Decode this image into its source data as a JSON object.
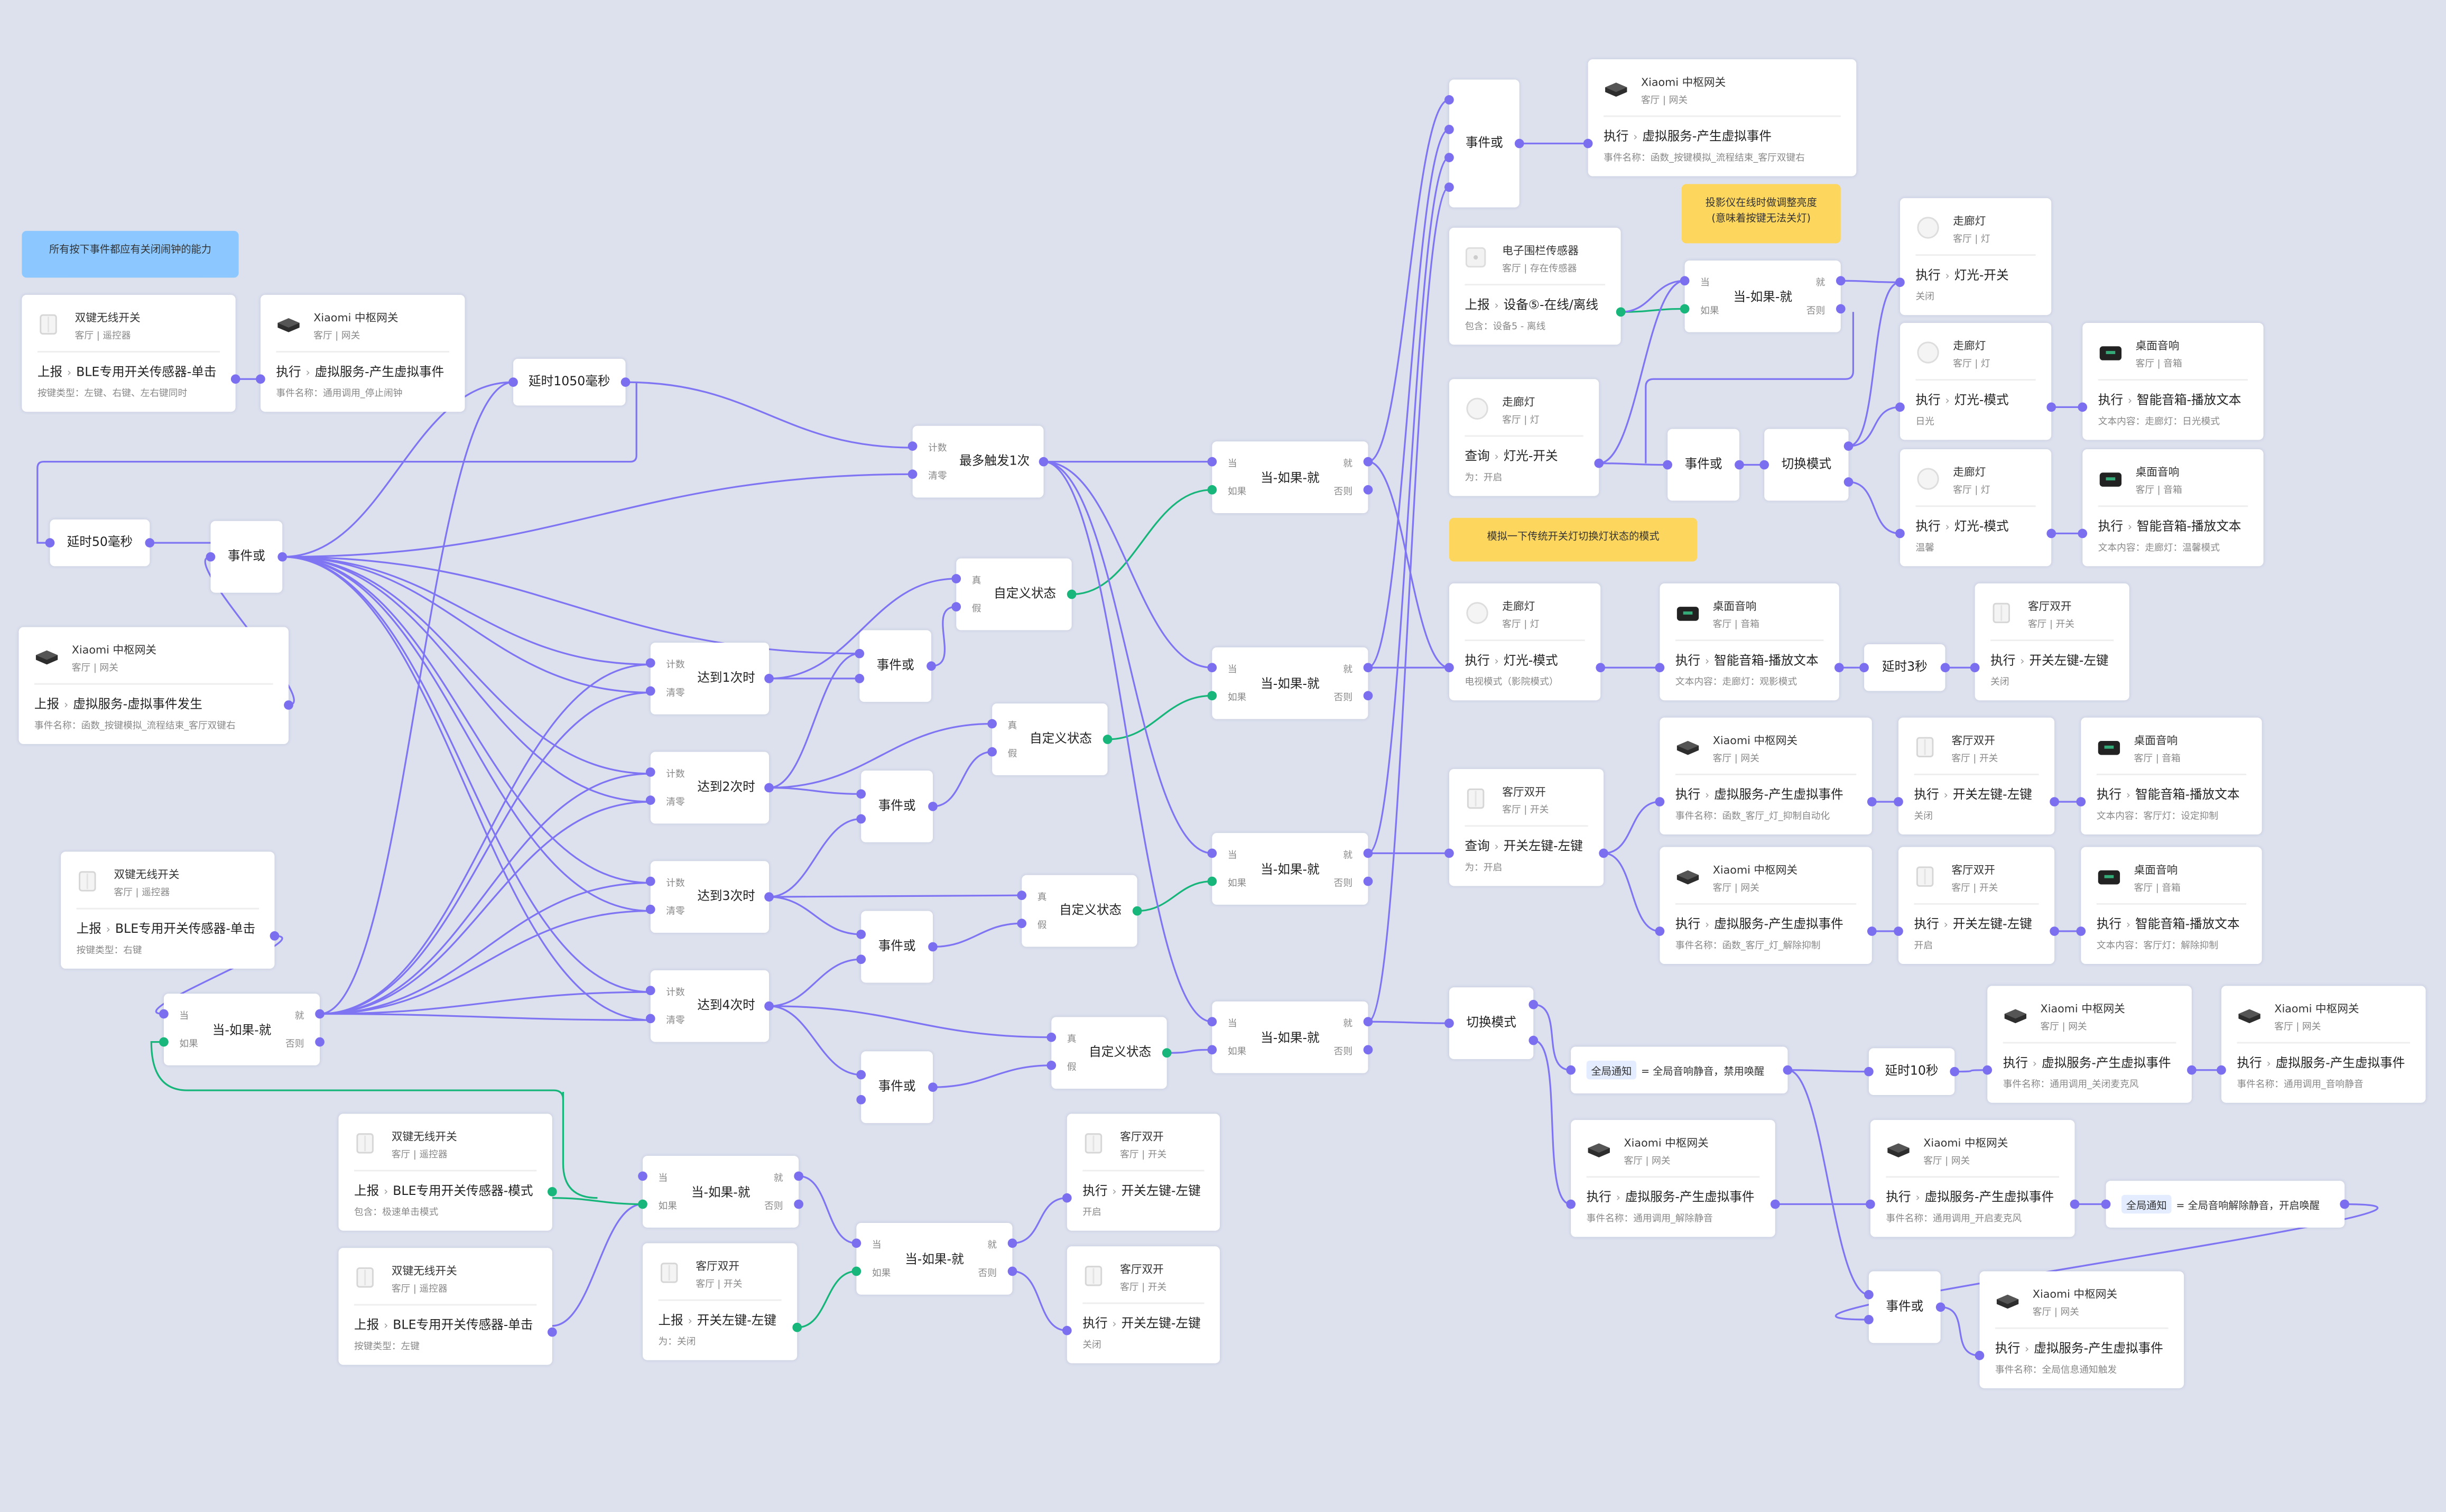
{
  "colors": {
    "wire": "#7f74f2",
    "wire_active": "#17b57a",
    "note_blue": "#8cc8ff",
    "note_yellow": "#fdd65e"
  },
  "notes": {
    "n1": "所有按下事件都应有关闭闹钟的能力",
    "n2a": "投影仪在线时做调整亮度",
    "n2b": "(意味着按键无法关灯)",
    "n3": "模拟一下传统开关灯切换灯状态的模式"
  },
  "cards": {
    "c1": {
      "name": "双键无线开关",
      "sub": "客厅 | 遥控器",
      "verb": "上报",
      "action": "BLE专用开关传感器-单击",
      "detail": "按键类型：左键、右键、左右键同时",
      "icon": "switch-icon"
    },
    "c2": {
      "name": "Xiaomi 中枢网关",
      "sub": "客厅 | 网关",
      "verb": "执行",
      "action": "虚拟服务-产生虚拟事件",
      "detail": "事件名称：通用调用_停止闹钟",
      "icon": "gateway-icon"
    },
    "c3": {
      "name": "Xiaomi 中枢网关",
      "sub": "客厅 | 网关",
      "verb": "上报",
      "action": "虚拟服务-虚拟事件发生",
      "detail": "事件名称：函数_按键模拟_流程结束_客厅双键右",
      "icon": "gateway-icon"
    },
    "c4": {
      "name": "双键无线开关",
      "sub": "客厅 | 遥控器",
      "verb": "上报",
      "action": "BLE专用开关传感器-单击",
      "detail": "按键类型：右键",
      "icon": "switch-icon"
    },
    "c5": {
      "name": "双键无线开关",
      "sub": "客厅 | 遥控器",
      "verb": "上报",
      "action": "BLE专用开关传感器-模式",
      "detail": "包含：极速单击模式",
      "icon": "switch-icon"
    },
    "c6": {
      "name": "双键无线开关",
      "sub": "客厅 | 遥控器",
      "verb": "上报",
      "action": "BLE专用开关传感器-单击",
      "detail": "按键类型：左键",
      "icon": "switch-icon"
    },
    "c7": {
      "name": "客厅双开",
      "sub": "客厅 | 开关",
      "verb": "上报",
      "action": "开关左键-左键",
      "detail": "为：关闭",
      "icon": "switch-icon"
    },
    "c8": {
      "name": "客厅双开",
      "sub": "客厅 | 开关",
      "verb": "执行",
      "action": "开关左键-左键",
      "detail": "开启",
      "icon": "switch-icon"
    },
    "c9": {
      "name": "客厅双开",
      "sub": "客厅 | 开关",
      "verb": "执行",
      "action": "开关左键-左键",
      "detail": "关闭",
      "icon": "switch-icon"
    },
    "c10": {
      "name": "Xiaomi 中枢网关",
      "sub": "客厅 | 网关",
      "verb": "执行",
      "action": "虚拟服务-产生虚拟事件",
      "detail": "事件名称：函数_按键模拟_流程结束_客厅双键右",
      "icon": "gateway-icon"
    },
    "c11": {
      "name": "电子围栏传感器",
      "sub": "客厅 | 存在传感器",
      "verb": "上报",
      "action": "设备⑤-在线/离线",
      "detail": "包含：设备5 - 离线",
      "icon": "sensor-icon"
    },
    "c12": {
      "name": "走廊灯",
      "sub": "客厅 | 灯",
      "verb": "查询",
      "action": "灯光-开关",
      "detail": "为：开启",
      "icon": "lamp-icon"
    },
    "c13": {
      "name": "走廊灯",
      "sub": "客厅 | 灯",
      "verb": "执行",
      "action": "灯光-开关",
      "detail": "关闭",
      "icon": "lamp-icon"
    },
    "c14": {
      "name": "走廊灯",
      "sub": "客厅 | 灯",
      "verb": "执行",
      "action": "灯光-模式",
      "detail": "日光",
      "icon": "lamp-icon"
    },
    "c15": {
      "name": "桌面音响",
      "sub": "客厅 | 音箱",
      "verb": "执行",
      "action": "智能音箱-播放文本",
      "detail": "文本内容：走廊灯：日光模式",
      "icon": "speaker-icon"
    },
    "c16": {
      "name": "走廊灯",
      "sub": "客厅 | 灯",
      "verb": "执行",
      "action": "灯光-模式",
      "detail": "温馨",
      "icon": "lamp-icon"
    },
    "c17": {
      "name": "桌面音响",
      "sub": "客厅 | 音箱",
      "verb": "执行",
      "action": "智能音箱-播放文本",
      "detail": "文本内容：走廊灯：温馨模式",
      "icon": "speaker-icon"
    },
    "c18": {
      "name": "走廊灯",
      "sub": "客厅 | 灯",
      "verb": "执行",
      "action": "灯光-模式",
      "detail": "电视模式（影院模式）",
      "icon": "lamp-icon"
    },
    "c19": {
      "name": "桌面音响",
      "sub": "客厅 | 音箱",
      "verb": "执行",
      "action": "智能音箱-播放文本",
      "detail": "文本内容：走廊灯：观影模式",
      "icon": "speaker-icon"
    },
    "c20": {
      "name": "客厅双开",
      "sub": "客厅 | 开关",
      "verb": "执行",
      "action": "开关左键-左键",
      "detail": "关闭",
      "icon": "switch-icon"
    },
    "c21": {
      "name": "客厅双开",
      "sub": "客厅 | 开关",
      "verb": "查询",
      "action": "开关左键-左键",
      "detail": "为：开启",
      "icon": "switch-icon"
    },
    "c22": {
      "name": "Xiaomi 中枢网关",
      "sub": "客厅 | 网关",
      "verb": "执行",
      "action": "虚拟服务-产生虚拟事件",
      "detail": "事件名称：函数_客厅_灯_抑制自动化",
      "icon": "gateway-icon"
    },
    "c23": {
      "name": "客厅双开",
      "sub": "客厅 | 开关",
      "verb": "执行",
      "action": "开关左键-左键",
      "detail": "关闭",
      "icon": "switch-icon"
    },
    "c24": {
      "name": "桌面音响",
      "sub": "客厅 | 音箱",
      "verb": "执行",
      "action": "智能音箱-播放文本",
      "detail": "文本内容：客厅灯：设定抑制",
      "icon": "speaker-icon"
    },
    "c25": {
      "name": "Xiaomi 中枢网关",
      "sub": "客厅 | 网关",
      "verb": "执行",
      "action": "虚拟服务-产生虚拟事件",
      "detail": "事件名称：函数_客厅_灯_解除抑制",
      "icon": "gateway-icon"
    },
    "c26": {
      "name": "客厅双开",
      "sub": "客厅 | 开关",
      "verb": "执行",
      "action": "开关左键-左键",
      "detail": "开启",
      "icon": "switch-icon"
    },
    "c27": {
      "name": "桌面音响",
      "sub": "客厅 | 音箱",
      "verb": "执行",
      "action": "智能音箱-播放文本",
      "detail": "文本内容：客厅灯：解除抑制",
      "icon": "speaker-icon"
    },
    "c28": {
      "name": "Xiaomi 中枢网关",
      "sub": "客厅 | 网关",
      "verb": "执行",
      "action": "虚拟服务-产生虚拟事件",
      "detail": "事件名称：通用调用_关闭麦克风",
      "icon": "gateway-icon"
    },
    "c29": {
      "name": "Xiaomi 中枢网关",
      "sub": "客厅 | 网关",
      "verb": "执行",
      "action": "虚拟服务-产生虚拟事件",
      "detail": "事件名称：通用调用_音响静音",
      "icon": "gateway-icon"
    },
    "c30": {
      "name": "Xiaomi 中枢网关",
      "sub": "客厅 | 网关",
      "verb": "执行",
      "action": "虚拟服务-产生虚拟事件",
      "detail": "事件名称：通用调用_解除静音",
      "icon": "gateway-icon"
    },
    "c31": {
      "name": "Xiaomi 中枢网关",
      "sub": "客厅 | 网关",
      "verb": "执行",
      "action": "虚拟服务-产生虚拟事件",
      "detail": "事件名称：通用调用_开启麦克风",
      "icon": "gateway-icon"
    },
    "c32": {
      "name": "Xiaomi 中枢网关",
      "sub": "客厅 | 网关",
      "verb": "执行",
      "action": "虚拟服务-产生虚拟事件",
      "detail": "事件名称：全局信息通知触发",
      "icon": "gateway-icon"
    }
  },
  "logic": {
    "d1050": "延时1050毫秒",
    "d50": "延时50毫秒",
    "d3": "延时3秒",
    "d10": "延时10秒",
    "eor": "事件或",
    "mode": "切换模式",
    "max1": "最多触发1次",
    "state": "自定义状态",
    "r1": "达到1次时",
    "r2": "达到2次时",
    "r3": "达到3次时",
    "r4": "达到4次时",
    "cond": "当-如果-就",
    "p_when": "当",
    "p_if": "如果",
    "p_then": "就",
    "p_else": "否则",
    "p_count": "计数",
    "p_clear": "清零",
    "p_true": "真",
    "p_false": "假"
  },
  "notify": {
    "n1_chip": "全局通知",
    "n1_text": "= 全局音响静音，禁用唤醒",
    "n2_chip": "全局通知",
    "n2_text": "= 全局音响解除静音，开启唤醒"
  }
}
